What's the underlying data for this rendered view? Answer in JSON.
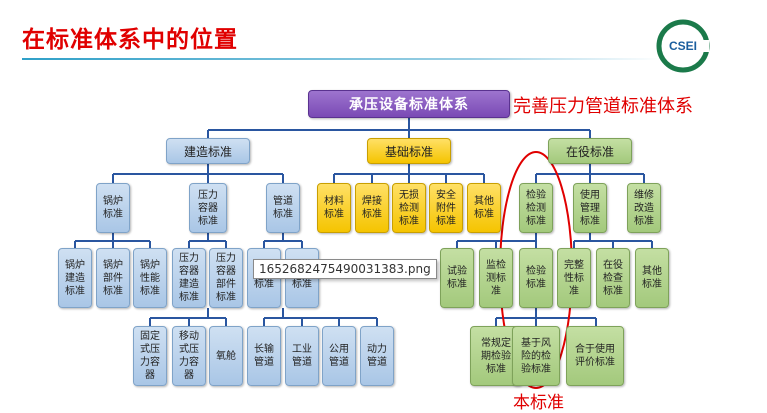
{
  "title": "在标准体系中的位置",
  "logo_text": "CSEI",
  "root": "承压设备标准体系",
  "note_right": "完善压力管道标准体系",
  "note_bottom": "本标准",
  "tooltip": "1652682475490031383.png",
  "level1": {
    "build": "建造标准",
    "basic": "基础标准",
    "service": "在役标准"
  },
  "build_children": {
    "boiler": "锅炉标准",
    "vessel": "压力容器标准",
    "pipe": "管道标准"
  },
  "basic_children": [
    "材料标准",
    "焊接标准",
    "无损检测标准",
    "安全附件标准",
    "其他标准"
  ],
  "service_children": {
    "inspect": "检验检测标准",
    "use": "使用管理标准",
    "repair": "维修改造标准"
  },
  "boiler_children": [
    "锅炉建造标准",
    "锅炉部件标准",
    "锅炉性能标准"
  ],
  "vessel_children": [
    "压力容器建造标准",
    "压力容器部件标准"
  ],
  "pipe_children": [
    "元件标准",
    "部件标准"
  ],
  "inspect_children": [
    "试验标准",
    "监检测标准",
    "检验标准"
  ],
  "use_children": [
    "完整性标准",
    "在役检查标准",
    "其他标准"
  ],
  "vessel_types": [
    "固定式压力容器",
    "移动式压力容器",
    "氧舱"
  ],
  "pipe_types": [
    "长输管道",
    "工业管道",
    "公用管道",
    "动力管道"
  ],
  "check_types": [
    "常规定期检验标准",
    "基于风险的检验标准",
    "合于使用评价标准"
  ],
  "colors": {
    "red": "#e00000",
    "purple": "#7a4ab5",
    "blue": "#a9c6e6",
    "yellow": "#f5c400",
    "green": "#a3c97c"
  }
}
